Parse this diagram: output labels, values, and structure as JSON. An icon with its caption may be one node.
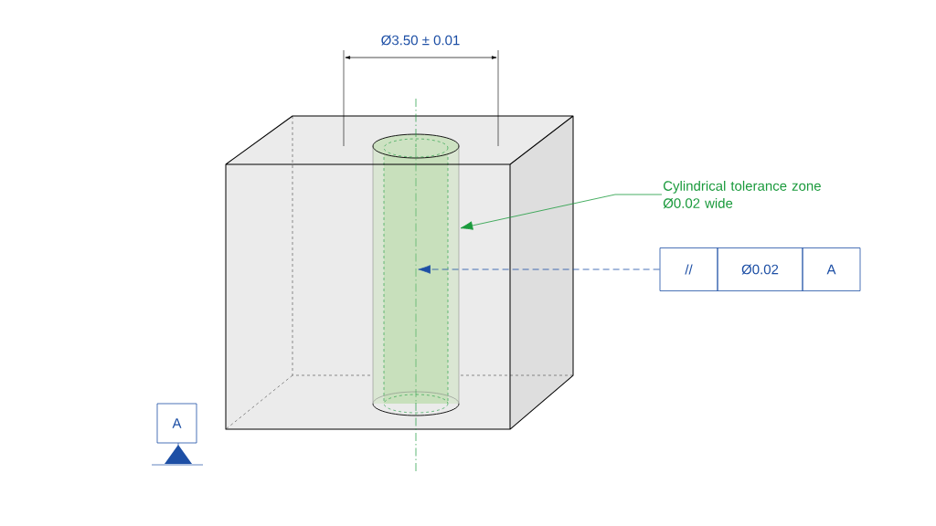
{
  "diagram": {
    "nodes": [
      {
        "text": [
          "Cylindrical tolerance zone Ø0.02 wide"
        ]
      },
      {
        "text": [],
        "shape": "cylinder"
      },
      {
        "text": [
          "//"
        ]
      },
      {
        "text": [
          "Ø0.02"
        ]
      },
      {
        "text": [
          "A"
        ]
      },
      {
        "text": [
          "A"
        ]
      },
      {
        "text": [],
        "shape": "line",
        "in": 1
      }
    ],
    "edges": [
      {
        "from": 0,
        "to": 1,
        "arrow": "to",
        "color": "#1a9a3c"
      },
      {
        "from": 2,
        "to": 6,
        "arrow": "to",
        "style": "dashed",
        "color": "#1d4fa5"
      }
    ],
    "labels": [
      "Ø3.50 ± 0.01"
    ]
  }
}
